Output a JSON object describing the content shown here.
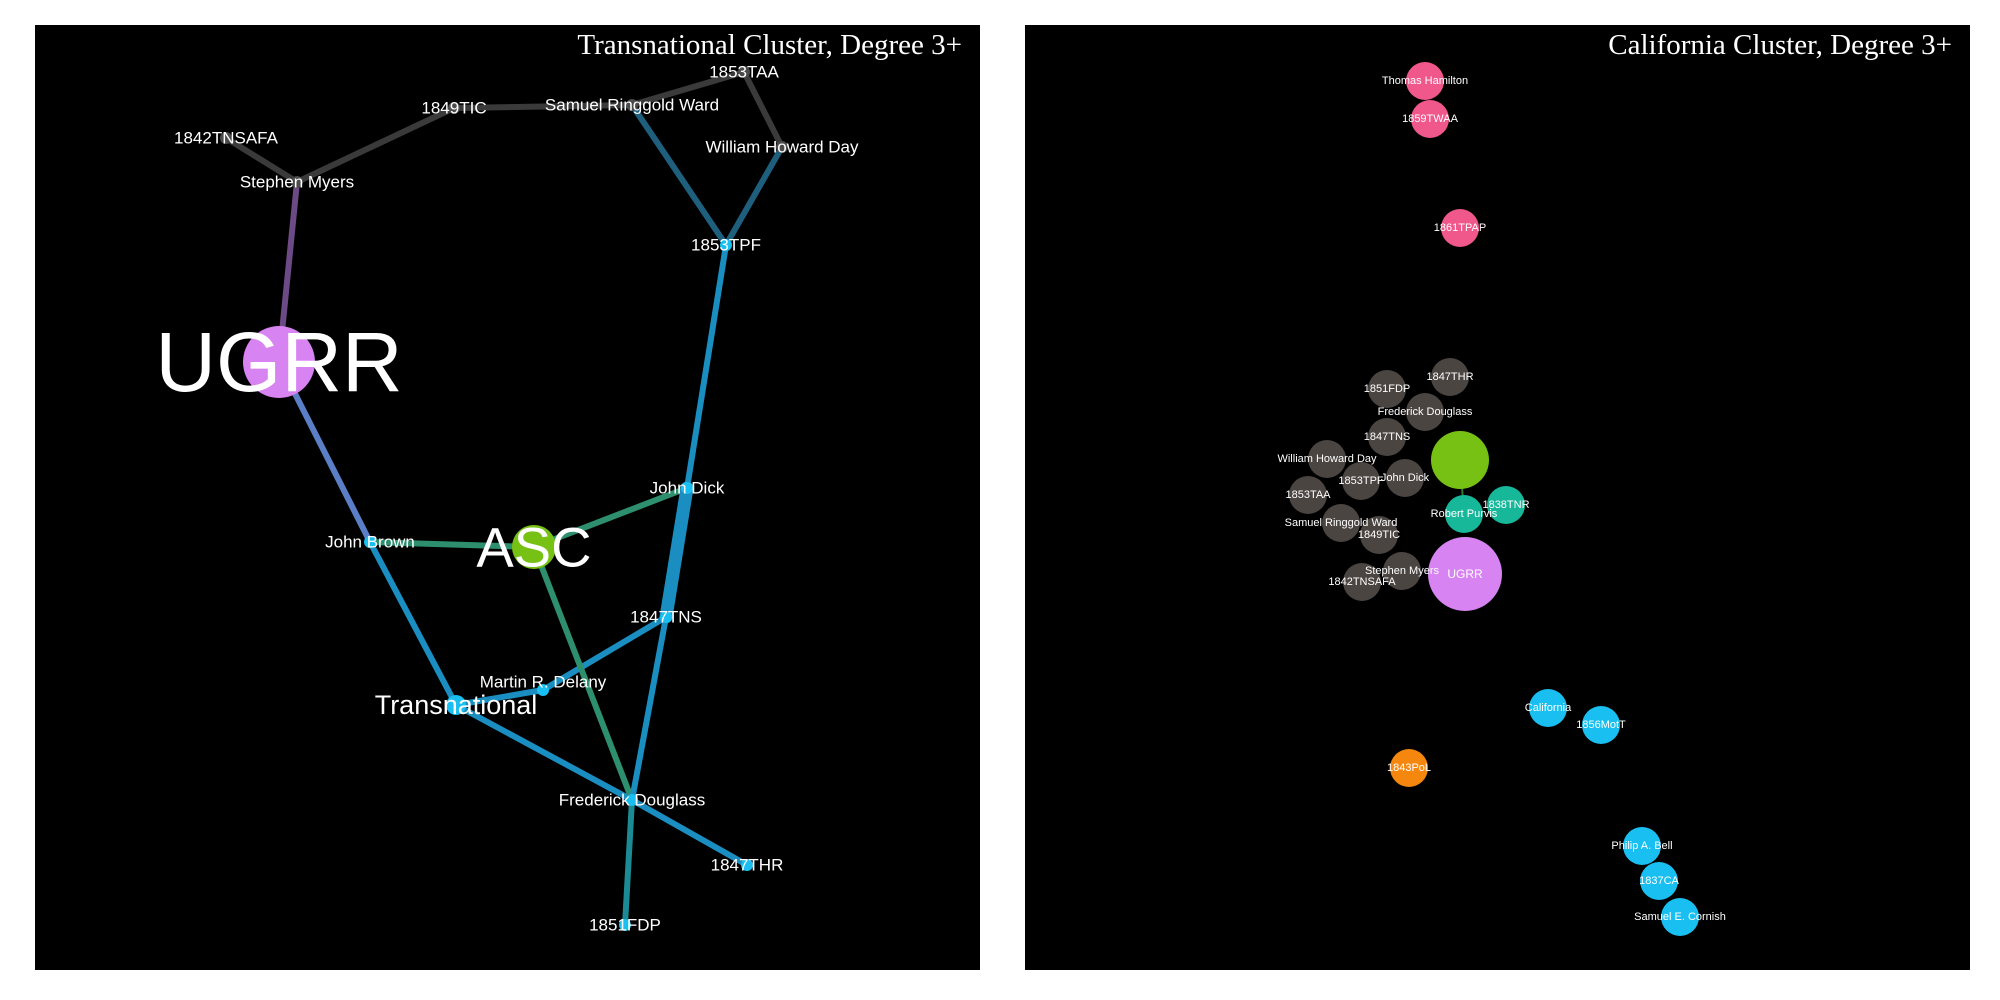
{
  "panels": [
    {
      "title": "Transnational Cluster, Degree 3+",
      "nodes": [
        {
          "id": "UGRR",
          "label": "UGRR",
          "color": "#d883f2",
          "size": "xl"
        },
        {
          "id": "ASC",
          "label": "ASC",
          "color": "#77c014",
          "size": "lg"
        },
        {
          "id": "Transnational",
          "label": "Transnational",
          "color": "#19bff0",
          "size": "md"
        },
        {
          "id": "StephenMyers",
          "label": "Stephen Myers",
          "color": "#4b4b4b",
          "size": "sm"
        },
        {
          "id": "1842TNSAFA",
          "label": "1842TNSAFA",
          "color": "#4b4b4b",
          "size": "sm"
        },
        {
          "id": "1849TIC",
          "label": "1849TIC",
          "color": "#4b4b4b",
          "size": "sm"
        },
        {
          "id": "SamuelRinggoldWard",
          "label": "Samuel Ringgold Ward",
          "color": "#4b4b4b",
          "size": "sm"
        },
        {
          "id": "1853TAA",
          "label": "1853TAA",
          "color": "#4b4b4b",
          "size": "sm"
        },
        {
          "id": "WilliamHowardDay",
          "label": "William Howard Day",
          "color": "#4b4b4b",
          "size": "sm"
        },
        {
          "id": "1853TPF",
          "label": "1853TPF",
          "color": "#19bff0",
          "size": "sm"
        },
        {
          "id": "JohnDick",
          "label": "John Dick",
          "color": "#19bff0",
          "size": "sm"
        },
        {
          "id": "JohnBrown",
          "label": "John Brown",
          "color": "#19bff0",
          "size": "sm"
        },
        {
          "id": "1847TNS",
          "label": "1847TNS",
          "color": "#19bff0",
          "size": "sm"
        },
        {
          "id": "MartinRDelany",
          "label": "Martin R. Delany",
          "color": "#19bff0",
          "size": "sm"
        },
        {
          "id": "FrederickDouglass",
          "label": "Frederick Douglass",
          "color": "#19bff0",
          "size": "sm"
        },
        {
          "id": "1847THR",
          "label": "1847THR",
          "color": "#19bff0",
          "size": "sm"
        },
        {
          "id": "1851FDP",
          "label": "1851FDP",
          "color": "#19bff0",
          "size": "sm"
        }
      ],
      "edges": [
        {
          "source": "1842TNSAFA",
          "target": "StephenMyers",
          "color": "#3a3a3a",
          "weight": "normal"
        },
        {
          "source": "StephenMyers",
          "target": "1849TIC",
          "color": "#3a3a3a",
          "weight": "normal"
        },
        {
          "source": "1849TIC",
          "target": "SamuelRinggoldWard",
          "color": "#3a3a3a",
          "weight": "normal"
        },
        {
          "source": "SamuelRinggoldWard",
          "target": "1853TAA",
          "color": "#3a3a3a",
          "weight": "normal"
        },
        {
          "source": "1853TAA",
          "target": "WilliamHowardDay",
          "color": "#3a3a3a",
          "weight": "normal"
        },
        {
          "source": "StephenMyers",
          "target": "UGRR",
          "color": "#6c4a85",
          "weight": "normal"
        },
        {
          "source": "SamuelRinggoldWard",
          "target": "1853TPF",
          "color": "#1f5f7e",
          "weight": "normal"
        },
        {
          "source": "WilliamHowardDay",
          "target": "1853TPF",
          "color": "#1f5f7e",
          "weight": "normal"
        },
        {
          "source": "1853TPF",
          "target": "JohnDick",
          "color": "#1a8ec0",
          "weight": "normal"
        },
        {
          "source": "UGRR",
          "target": "JohnBrown",
          "color": "#5a7fc6",
          "weight": "normal"
        },
        {
          "source": "JohnBrown",
          "target": "ASC",
          "color": "#2e8f6e",
          "weight": "normal"
        },
        {
          "source": "ASC",
          "target": "JohnDick",
          "color": "#2e8f6e",
          "weight": "normal"
        },
        {
          "source": "JohnDick",
          "target": "1847TNS",
          "color": "#1a8ec0",
          "weight": "heavy"
        },
        {
          "source": "JohnBrown",
          "target": "Transnational",
          "color": "#1a8ec0",
          "weight": "normal"
        },
        {
          "source": "1847TNS",
          "target": "MartinRDelany",
          "color": "#1a8ec0",
          "weight": "normal"
        },
        {
          "source": "MartinRDelany",
          "target": "Transnational",
          "color": "#1a8ec0",
          "weight": "normal"
        },
        {
          "source": "Transnational",
          "target": "FrederickDouglass",
          "color": "#1a8ec0",
          "weight": "normal"
        },
        {
          "source": "ASC",
          "target": "FrederickDouglass",
          "color": "#2e8f6e",
          "weight": "normal"
        },
        {
          "source": "1847TNS",
          "target": "FrederickDouglass",
          "color": "#1a8ec0",
          "weight": "normal"
        },
        {
          "source": "FrederickDouglass",
          "target": "1847THR",
          "color": "#1a8ec0",
          "weight": "normal"
        },
        {
          "source": "FrederickDouglass",
          "target": "1851FDP",
          "color": "#1c8a94",
          "weight": "normal"
        }
      ]
    },
    {
      "title": "California Cluster, Degree 3+",
      "nodes": [
        {
          "id": "ThomasHamilton",
          "label": "Thomas Hamilton",
          "color": "#f0578a",
          "size": "sm"
        },
        {
          "id": "1859TWAA",
          "label": "1859TWAA",
          "color": "#f0578a",
          "size": "sm"
        },
        {
          "id": "1861TPAP",
          "label": "1861TPAP",
          "color": "#f0578a",
          "size": "sm"
        },
        {
          "id": "1847THR",
          "label": "1847THR",
          "color": "#4b4542",
          "size": "sm"
        },
        {
          "id": "1851FDP",
          "label": "1851FDP",
          "color": "#4b4542",
          "size": "sm"
        },
        {
          "id": "FrederickDouglass",
          "label": "Frederick Douglass",
          "color": "#4b4542",
          "size": "sm"
        },
        {
          "id": "1847TNS",
          "label": "1847TNS",
          "color": "#4b4542",
          "size": "sm"
        },
        {
          "id": "WilliamHowardDay",
          "label": "William Howard Day",
          "color": "#4b4542",
          "size": "sm"
        },
        {
          "id": "JohnDick",
          "label": "John Dick",
          "color": "#4b4542",
          "size": "sm"
        },
        {
          "id": "1853TPF",
          "label": "1853TPF",
          "color": "#4b4542",
          "size": "sm"
        },
        {
          "id": "1853TAA",
          "label": "1853TAA",
          "color": "#4b4542",
          "size": "sm"
        },
        {
          "id": "SamuelRinggoldWard",
          "label": "Samuel Ringgold Ward",
          "color": "#4b4542",
          "size": "sm"
        },
        {
          "id": "1849TIC",
          "label": "1849TIC",
          "color": "#4b4542",
          "size": "sm"
        },
        {
          "id": "StephenMyers",
          "label": "Stephen Myers",
          "color": "#4b4542",
          "size": "sm"
        },
        {
          "id": "1842TNSAFA",
          "label": "1842TNSAFA",
          "color": "#4b4542",
          "size": "sm"
        },
        {
          "id": "ASC",
          "label": "",
          "color": "#77c014",
          "size": "md"
        },
        {
          "id": "RobertPurvis",
          "label": "Robert Purvis",
          "color": "#17b79a",
          "size": "sm"
        },
        {
          "id": "1838TNR",
          "label": "1838TNR",
          "color": "#17b79a",
          "size": "sm"
        },
        {
          "id": "UGRR",
          "label": "UGRR",
          "color": "#d883f2",
          "size": "lg"
        },
        {
          "id": "California",
          "label": "California",
          "color": "#19bff0",
          "size": "sm"
        },
        {
          "id": "1856MotT",
          "label": "1856MotT",
          "color": "#19bff0",
          "size": "sm"
        },
        {
          "id": "1843PoL",
          "label": "1843PoL",
          "color": "#f5870f",
          "size": "sm"
        },
        {
          "id": "PhilipABell",
          "label": "Philip A. Bell",
          "color": "#19bff0",
          "size": "sm"
        },
        {
          "id": "1837CA",
          "label": "1837CA",
          "color": "#19bff0",
          "size": "sm"
        },
        {
          "id": "SamuelECornish",
          "label": "Samuel E. Cornish",
          "color": "#19bff0",
          "size": "sm"
        }
      ],
      "edges": [
        {
          "source": "ASC",
          "target": "RobertPurvis",
          "color": "#2a7a3a",
          "weight": "thin"
        }
      ]
    }
  ]
}
